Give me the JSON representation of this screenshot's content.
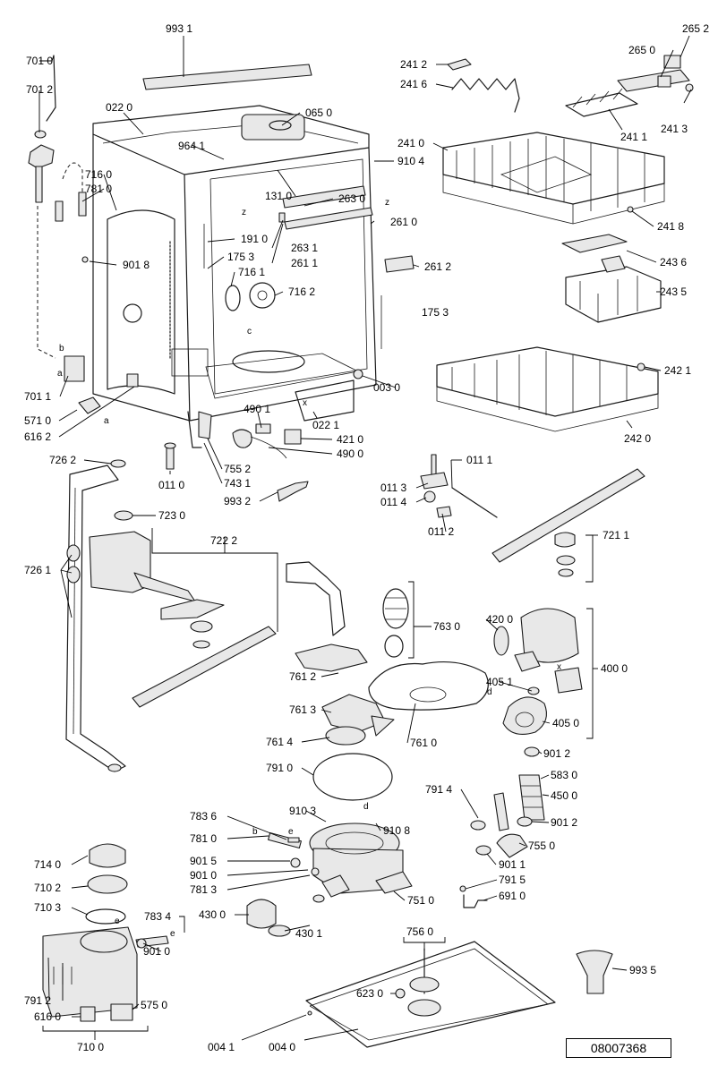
{
  "document_number": "08007368",
  "callout_letters": [
    "a",
    "b",
    "c",
    "d",
    "e",
    "x",
    "z"
  ],
  "parts": [
    "993 1",
    "701 0",
    "701 2",
    "022 0",
    "065 0",
    "964 1",
    "910 4",
    "716 0",
    "781 0",
    "131 0",
    "263 0",
    "261 0",
    "263 1",
    "261 1",
    "191 0",
    "175 3",
    "901 8",
    "716 1",
    "716 2",
    "261 2",
    "241 2",
    "241 6",
    "265 2",
    "265 0",
    "241 1",
    "241 3",
    "241 0",
    "241 8",
    "243 6",
    "243 5",
    "242 1",
    "242 0",
    "701 1",
    "571 0",
    "616 2",
    "003 0",
    "022 1",
    "490 1",
    "421 0",
    "490 0",
    "726 2",
    "011 0",
    "755 2",
    "743 1",
    "993 2",
    "723 0",
    "011 1",
    "011 3",
    "011 4",
    "011 2",
    "722 2",
    "726 1",
    "721 1",
    "763 0",
    "420 0",
    "400 0",
    "761 2",
    "405 1",
    "761 3",
    "405 0",
    "761 4",
    "761 0",
    "791 0",
    "901 2",
    "583 0",
    "791 4",
    "450 0",
    "783 6",
    "910 3",
    "910 8",
    "781 0",
    "901 5",
    "901 0",
    "781 3",
    "755 0",
    "901 1",
    "791 5",
    "751 0",
    "691 0",
    "714 0",
    "710 2",
    "710 3",
    "783 4",
    "430 0",
    "430 1",
    "756 0",
    "901 0",
    "993 5",
    "623 0",
    "791 2",
    "575 0",
    "616 0",
    "710 0",
    "004 1",
    "004 0"
  ]
}
